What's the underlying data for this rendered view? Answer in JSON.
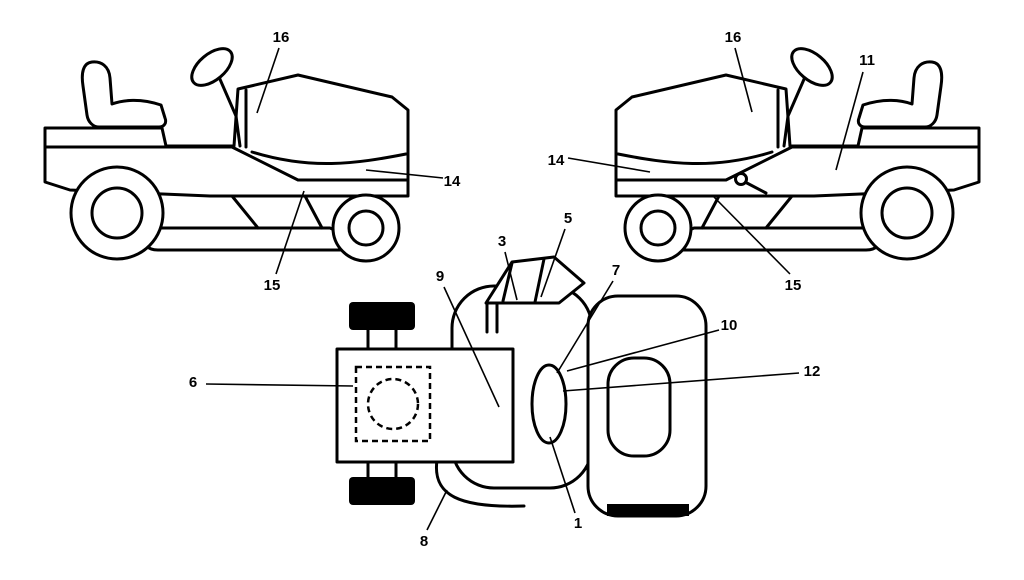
{
  "figure": {
    "type": "tractor-parts-location-diagram",
    "ink_color": "#000000",
    "paper_color": "#ffffff",
    "views": [
      "left-side-view",
      "right-side-view",
      "top-view"
    ]
  },
  "callouts": [
    {
      "view": "left-side-view",
      "n": "16"
    },
    {
      "view": "left-side-view",
      "n": "14"
    },
    {
      "view": "left-side-view",
      "n": "15"
    },
    {
      "view": "right-side-view",
      "n": "16"
    },
    {
      "view": "right-side-view",
      "n": "11"
    },
    {
      "view": "right-side-view",
      "n": "14"
    },
    {
      "view": "right-side-view",
      "n": "15"
    },
    {
      "view": "top-view",
      "n": "3"
    },
    {
      "view": "top-view",
      "n": "5"
    },
    {
      "view": "top-view",
      "n": "9"
    },
    {
      "view": "top-view",
      "n": "7"
    },
    {
      "view": "top-view",
      "n": "10"
    },
    {
      "view": "top-view",
      "n": "12"
    },
    {
      "view": "top-view",
      "n": "6"
    },
    {
      "view": "top-view",
      "n": "8"
    },
    {
      "view": "top-view",
      "n": "1"
    }
  ]
}
